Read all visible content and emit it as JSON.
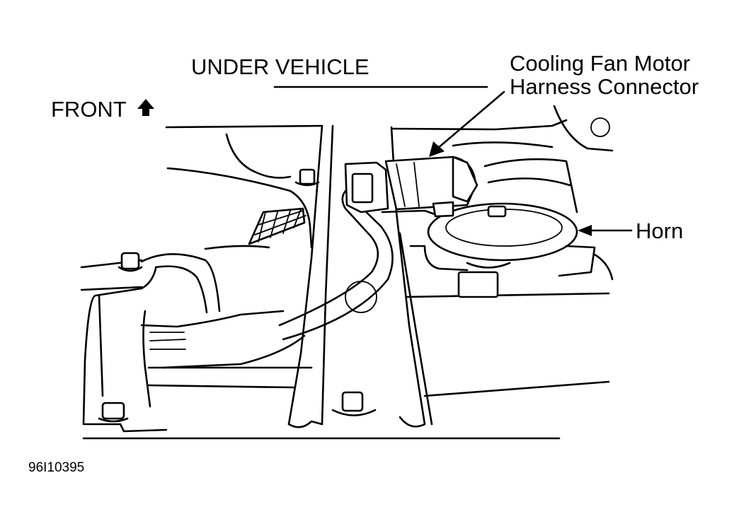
{
  "labels": {
    "under_vehicle": "UNDER VEHICLE",
    "front": "FRONT",
    "connector_line1": "Cooling Fan Motor",
    "connector_line2": "Harness Connector",
    "horn": "Horn",
    "figure_code": "96I10395"
  },
  "icons": {
    "front_arrow": "up-arrow-icon"
  }
}
